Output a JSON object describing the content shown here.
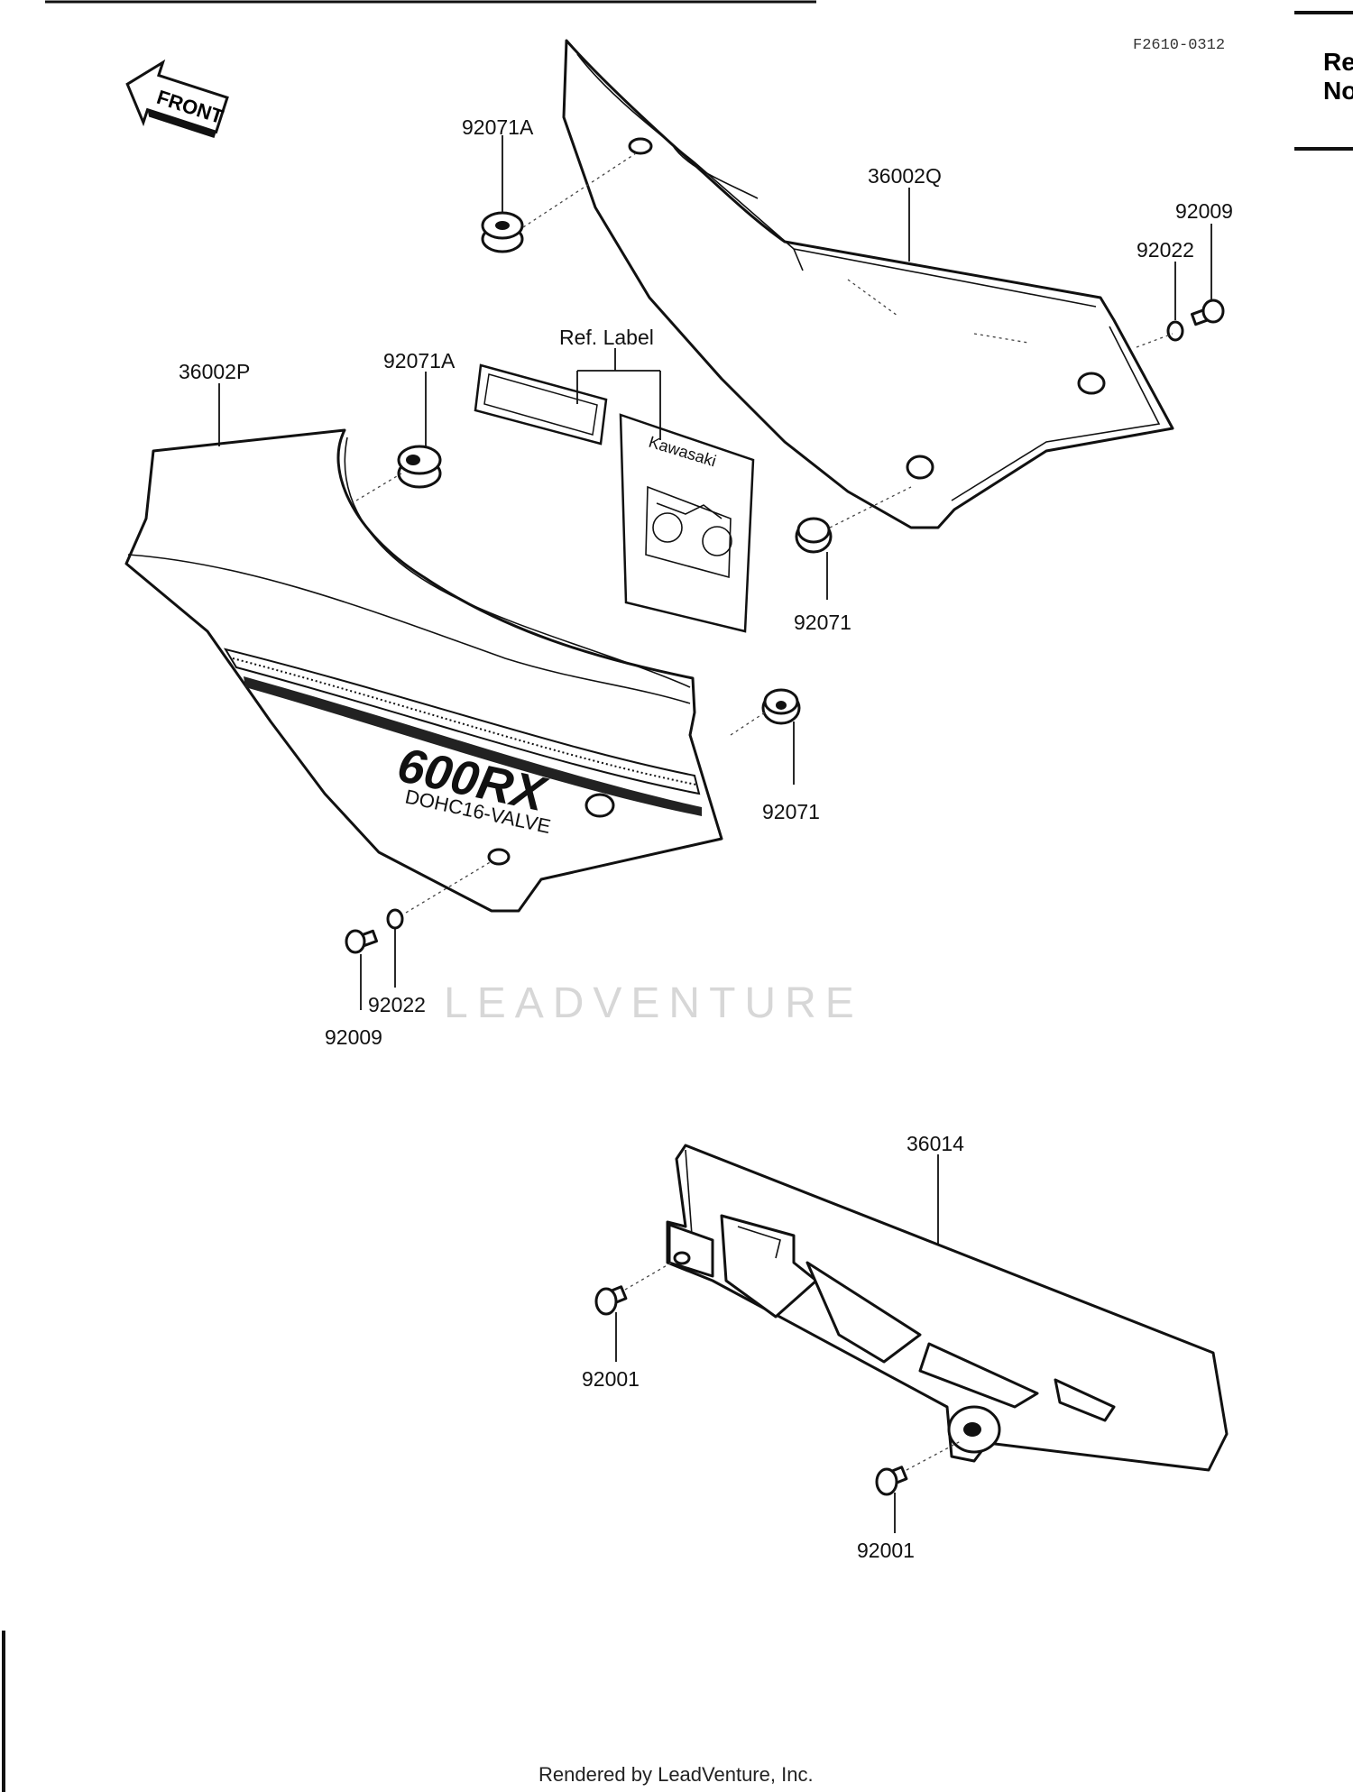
{
  "diagram_code": "F2610-0312",
  "side_text": [
    "Re",
    "No"
  ],
  "front_arrow": "FRONT",
  "ref_label": "Ref. Label",
  "label_brand": "Kawasaki",
  "cover_logo": "600RX",
  "cover_subtext": "DOHC16-VALVE",
  "watermark": "LEADVENTURE",
  "footer": "Rendered by LeadVenture, Inc.",
  "parts": {
    "p92071A_top": "92071A",
    "p36002Q": "36002Q",
    "p92009_right": "92009",
    "p92022_right": "92022",
    "p36002P": "36002P",
    "p92071A_mid": "92071A",
    "p92071_right": "92071",
    "p92071_lower": "92071",
    "p92022_left": "92022",
    "p92009_left": "92009",
    "p36014": "36014",
    "p92001_left": "92001",
    "p92001_right": "92001"
  }
}
